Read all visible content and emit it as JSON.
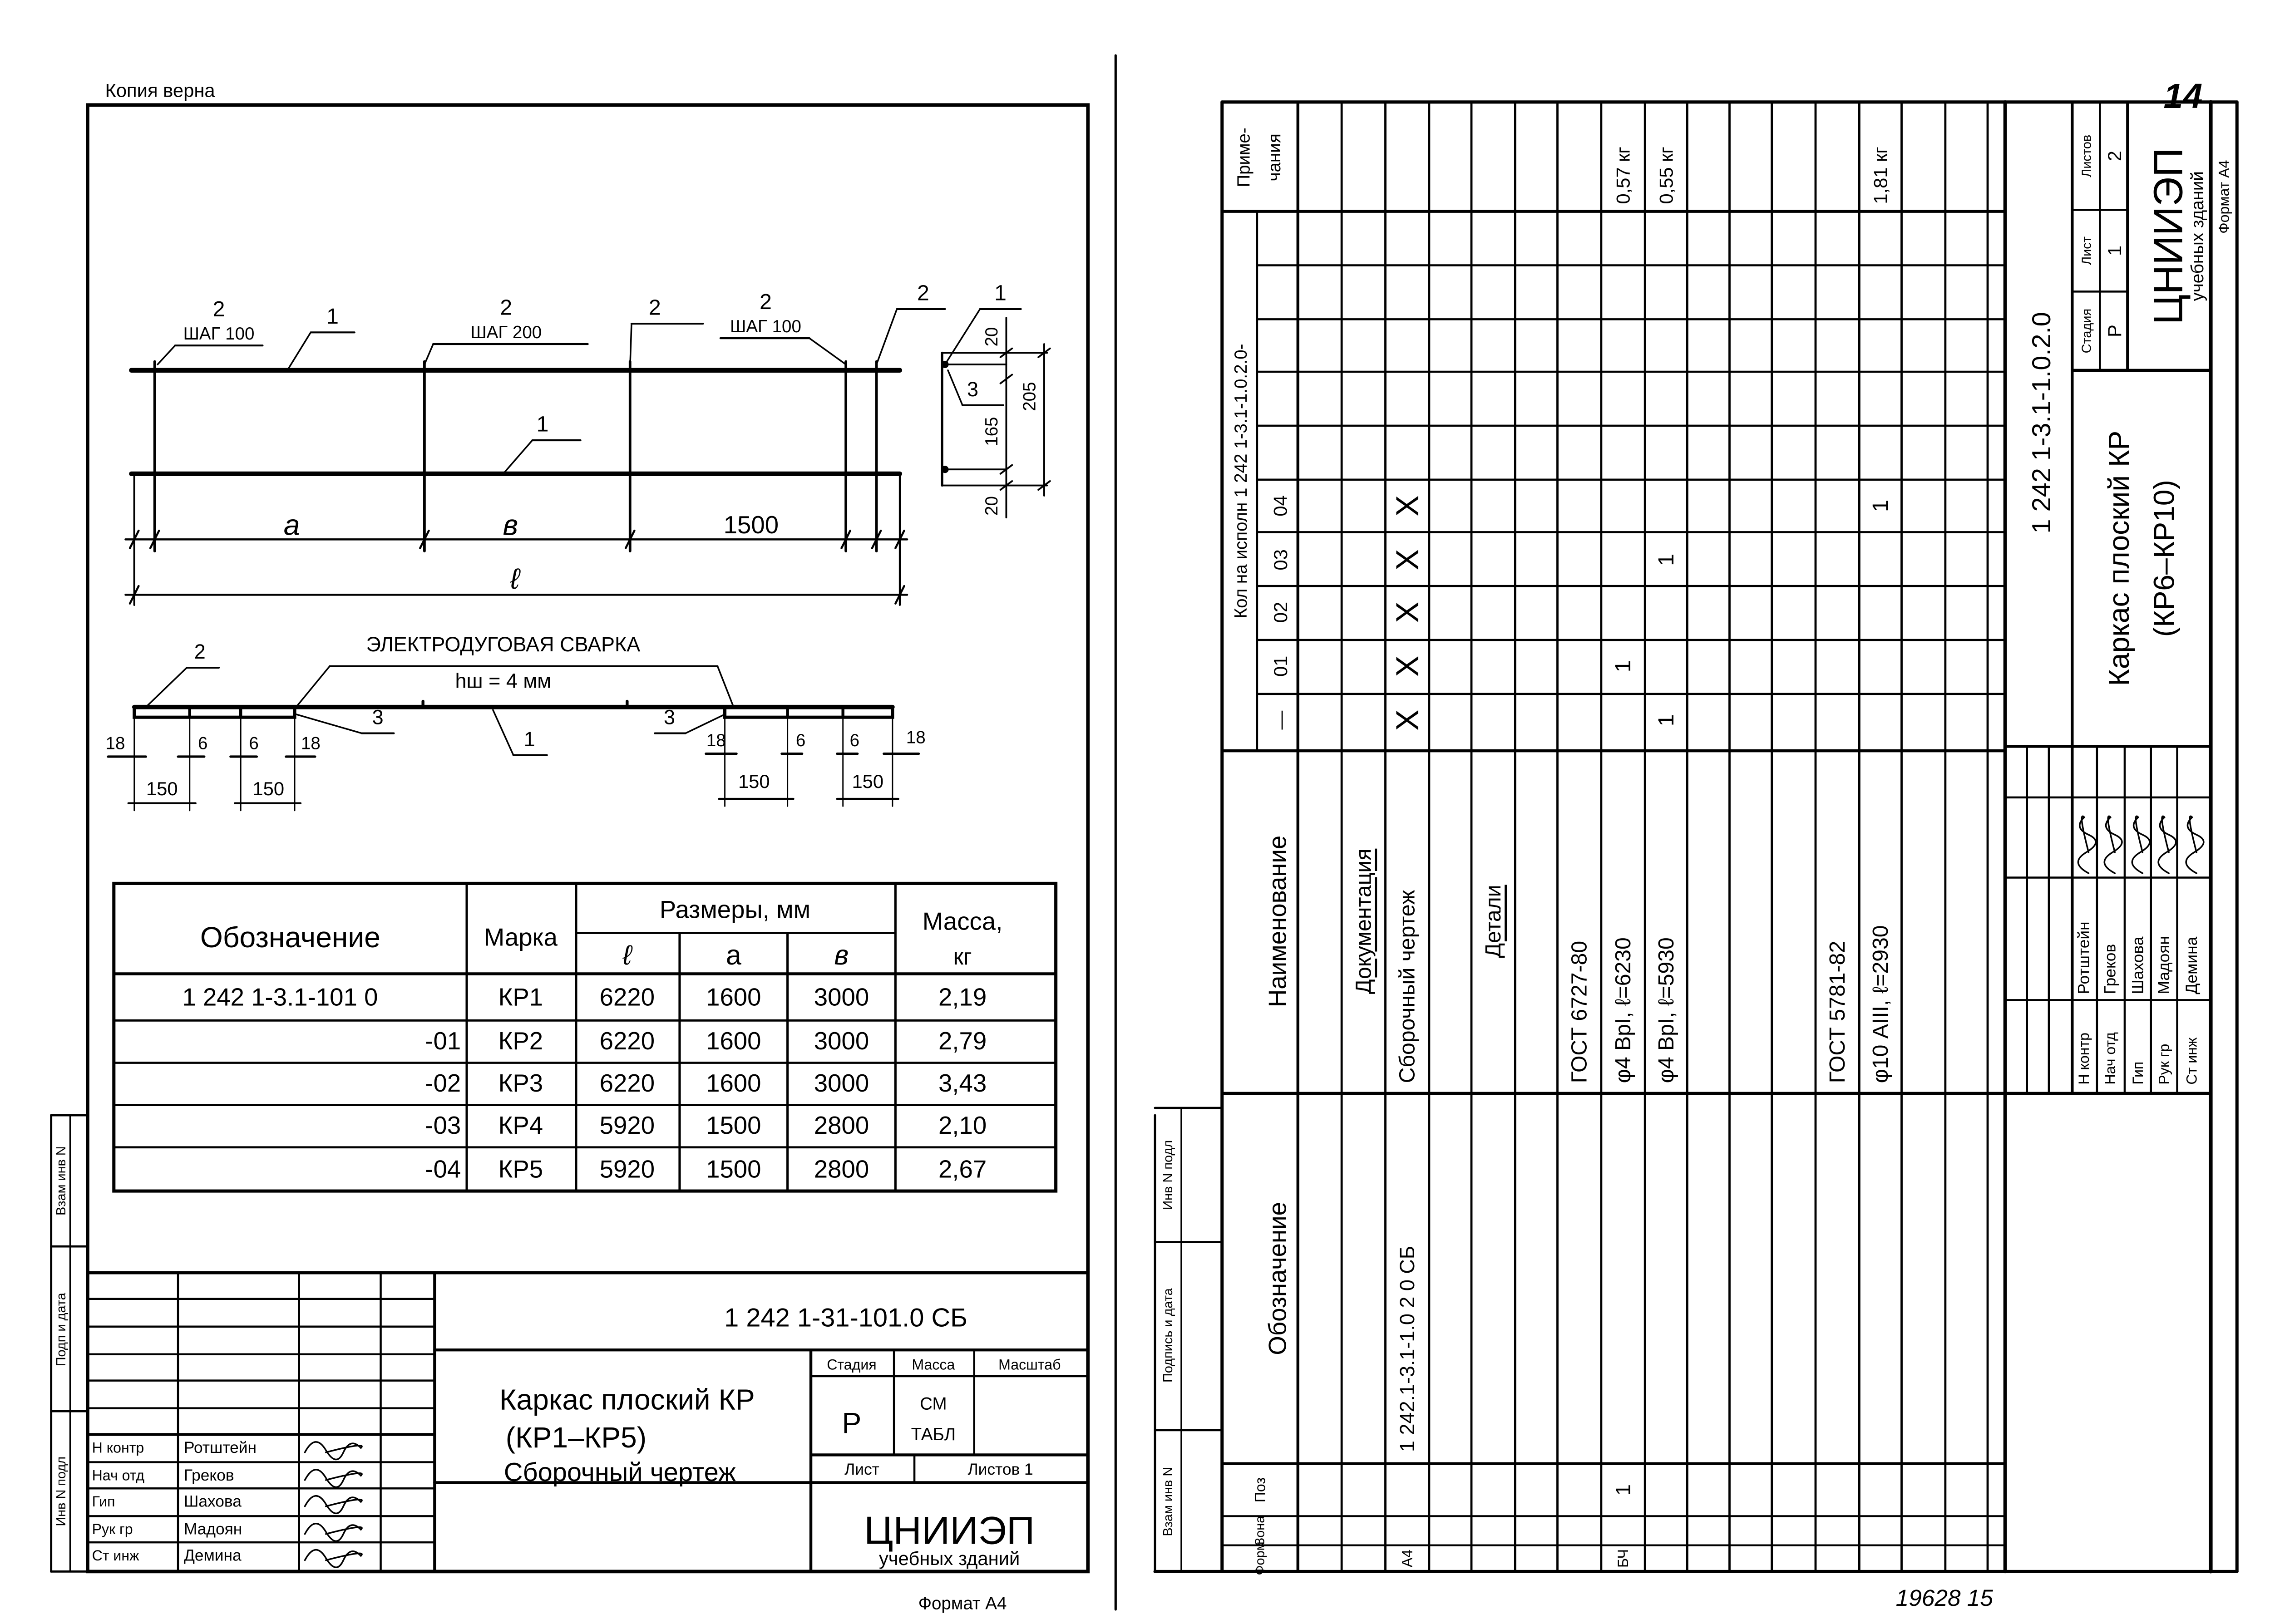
{
  "colors": {
    "ink": "#000000",
    "paper": "#ffffff"
  },
  "left_sheet": {
    "copy_stamp": "Копия верна",
    "elevation": {
      "leaders": [
        {
          "num": "2",
          "note": "ШАГ 100"
        },
        {
          "num": "1"
        },
        {
          "num": "2",
          "note": "ШАГ 200"
        },
        {
          "num": "2"
        },
        {
          "num": "2",
          "note": "ШАГ 100"
        },
        {
          "num": "2"
        },
        {
          "num": "1"
        }
      ],
      "dims": {
        "a": "a",
        "b": "в",
        "c": "1500",
        "l": "ℓ"
      }
    },
    "section": {
      "leaders": [
        {
          "num": "1"
        },
        {
          "num": "3"
        }
      ],
      "dims": [
        "20",
        "165",
        "20",
        "205"
      ]
    },
    "weld_plan": {
      "note": "ЭЛЕКТРОДУГОВАЯ СВАРКА",
      "leg": "hш = 4 мм",
      "leaders": [
        "2",
        "3",
        "1",
        "3"
      ],
      "dims_small": [
        "18",
        "6",
        "6",
        "18",
        "18",
        "6",
        "6",
        "18"
      ],
      "dims_pitch": [
        "150",
        "150",
        "150",
        "150"
      ]
    },
    "table": {
      "headers": {
        "designation": "Обозначение",
        "mark": "Марка",
        "sizes": "Размеры, мм",
        "l": "ℓ",
        "a": "a",
        "b": "в",
        "mass": "Масса,",
        "mass_unit": "кг"
      },
      "rows": [
        {
          "designation": "1 242 1-3.1-101 0",
          "mark": "КР1",
          "l": "6220",
          "a": "1600",
          "b": "3000",
          "mass": "2,19"
        },
        {
          "designation": "-01",
          "mark": "КР2",
          "l": "6220",
          "a": "1600",
          "b": "3000",
          "mass": "2,79"
        },
        {
          "designation": "-02",
          "mark": "КР3",
          "l": "6220",
          "a": "1600",
          "b": "3000",
          "mass": "3,43"
        },
        {
          "designation": "-03",
          "mark": "КР4",
          "l": "5920",
          "a": "1500",
          "b": "2800",
          "mass": "2,10"
        },
        {
          "designation": "-04",
          "mark": "КР5",
          "l": "5920",
          "a": "1500",
          "b": "2800",
          "mass": "2,67"
        }
      ]
    },
    "side_strip": [
      "Взам инв N",
      "Подп и дата",
      "Инв N подл"
    ],
    "title_block": {
      "code": "1 242 1-31-101.0 СБ",
      "title_lines": [
        "Каркас плоский КР",
        "(КР1–КР5)",
        "Сборочный чертеж"
      ],
      "stage_label": "Стадия",
      "mass_label": "Масса",
      "scale_label": "Масштаб",
      "stage": "Р",
      "mass_value_lines": [
        "СМ",
        "ТАБЛ"
      ],
      "sheet_label": "Лист",
      "sheets_label": "Листов 1",
      "org": "ЦНИИЭП",
      "org_sub": "учебных зданий",
      "roles": [
        "Н контр",
        "Нач отд",
        "Гип",
        "Рук гр",
        "Ст инж"
      ],
      "names": [
        "Ротштейн",
        "Греков",
        "Шахова",
        "Мадоян",
        "Демина"
      ]
    },
    "format": "Формат А4"
  },
  "right_sheet": {
    "sheet_number": "14",
    "side_strip": [
      "Инв N подл",
      "Подпись и дата",
      "Взам инв N"
    ],
    "spec": {
      "headers": {
        "format": "Форм",
        "zone": "Зона",
        "pos": "Поз",
        "designation": "Обозначение",
        "name": "Наименование",
        "qty": "Кол на исполн 1 242 1-3.1-1.0.2.0-",
        "qty_cols": [
          "—",
          "01",
          "02",
          "03",
          "04"
        ],
        "note_lines": [
          "Приме-",
          "чания"
        ]
      },
      "rows": [
        {},
        {
          "name": "Документация",
          "heading": true
        },
        {
          "format": "А4",
          "designation": "1 242.1-3.1-1.0 2 0 СБ",
          "name": "Сборочный чертеж",
          "qty": [
            "X",
            "X",
            "X",
            "X",
            "X"
          ]
        },
        {},
        {
          "name": "Детали",
          "heading": true
        },
        {},
        {
          "name": "ГОСТ 6727-80"
        },
        {
          "format": "БЧ",
          "pos": "1",
          "name": "φ4 ВрI, ℓ=6230",
          "qty": [
            "",
            "1",
            "",
            "",
            ""
          ],
          "note": "0,57 кг"
        },
        {
          "name": "φ4 ВрI, ℓ=5930",
          "qty": [
            "1",
            "",
            "",
            "1",
            ""
          ],
          "note": "0,55 кг"
        },
        {},
        {},
        {},
        {
          "name": "ГОСТ 5781-82"
        },
        {
          "name": "φ10 АIII, ℓ=2930",
          "qty": [
            "",
            "",
            "",
            "",
            "1"
          ],
          "note": "1,81 кг"
        },
        {},
        {}
      ]
    },
    "title_block": {
      "code": "1 242 1-3.1-1.0.2.0",
      "title_lines": [
        "Каркас плоский КР",
        "(КР6–КР10)"
      ],
      "stage_label": "Стадия",
      "sheet_label": "Лист",
      "sheets_label": "Листов",
      "stage": "Р",
      "sheet": "1",
      "sheets": "2",
      "org": "ЦНИИЭП",
      "org_sub": "учебных зданий",
      "roles": [
        "Н контр",
        "Нач отд",
        "Гип",
        "Рук гр",
        "Ст инж"
      ],
      "names": [
        "Ротштейн",
        "Греков",
        "Шахова",
        "Мадоян",
        "Демина"
      ],
      "format": "Формат А4"
    },
    "archive_number": "19628 15"
  }
}
